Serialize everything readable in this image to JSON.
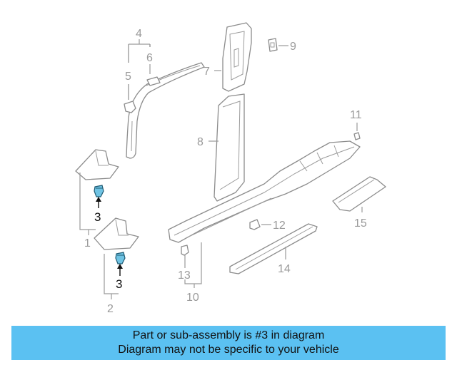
{
  "diagram": {
    "callouts": {
      "c1": "1",
      "c2": "2",
      "c3a": "3",
      "c3b": "3",
      "c4": "4",
      "c5": "5",
      "c6": "6",
      "c7": "7",
      "c8": "8",
      "c9": "9",
      "c10": "10",
      "c11": "11",
      "c12": "12",
      "c13": "13",
      "c14": "14",
      "c15": "15"
    },
    "highlight_color": "#6fc3e3"
  },
  "banner": {
    "line1": "Part or sub-assembly is #3 in diagram",
    "line2": "Diagram may not be specific to your vehicle",
    "color": "#5bc1f2"
  }
}
